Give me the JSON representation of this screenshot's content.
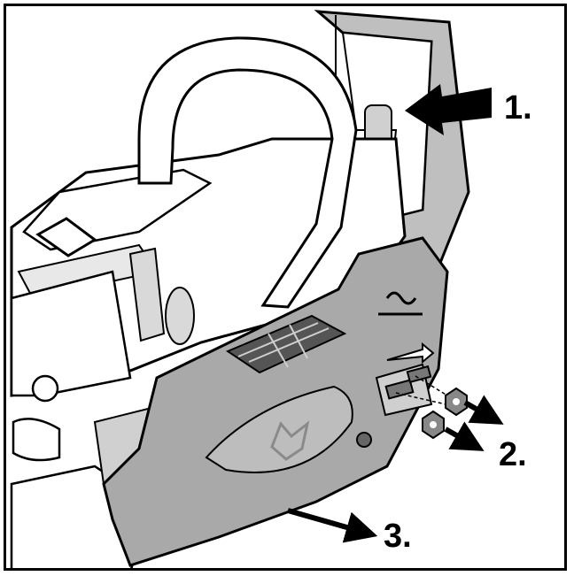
{
  "steps": [
    {
      "label": "1."
    },
    {
      "label": "2."
    },
    {
      "label": "3."
    }
  ],
  "colors": {
    "outline": "#000000",
    "cover": "#a9a9a9",
    "coverLight": "#bdbdbd",
    "body": "#ffffff",
    "shade": "#d9d9d9"
  },
  "icons": [
    "fox-logo-icon",
    "chain-tension-icon",
    "arrow-right-icon"
  ]
}
